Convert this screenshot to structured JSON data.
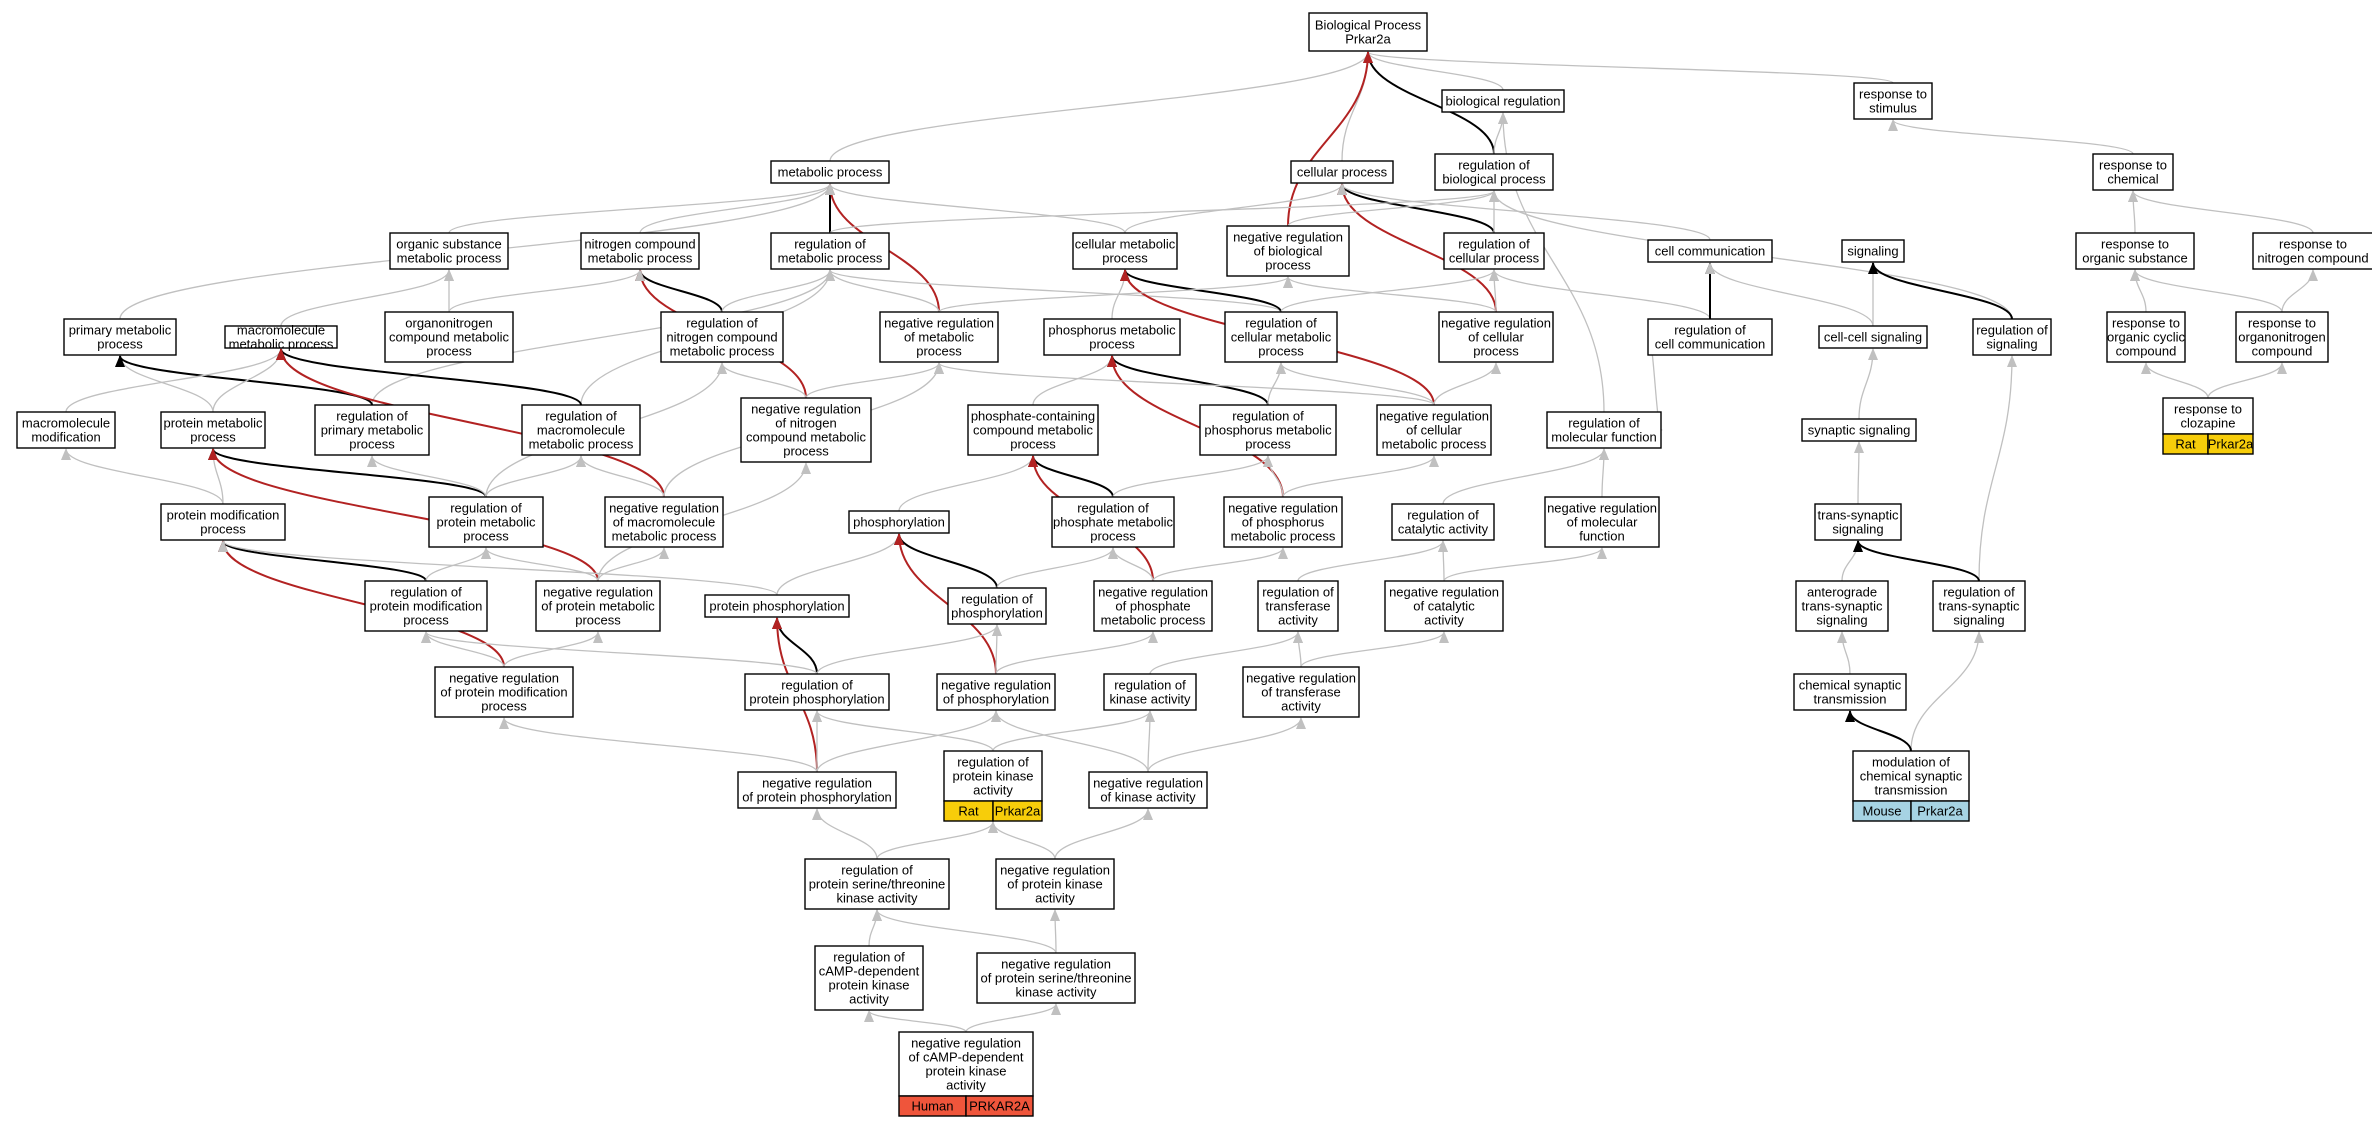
{
  "colors": {
    "gray": "#c0c0c0",
    "black": "#000000",
    "red": "#b22222",
    "human": "#ef553b",
    "rat": "#f7cd0a",
    "mouse": "#a6d3e3"
  },
  "nodes": [
    {
      "id": "bp",
      "lines": [
        "Biological Process",
        "Prkar2a"
      ]
    },
    {
      "id": "biolreg",
      "lines": [
        "biological regulation"
      ]
    },
    {
      "id": "resp_stim",
      "lines": [
        "response to",
        "stimulus"
      ]
    },
    {
      "id": "metab",
      "lines": [
        "metabolic process"
      ]
    },
    {
      "id": "cellproc",
      "lines": [
        "cellular process"
      ]
    },
    {
      "id": "regbio",
      "lines": [
        "regulation of",
        "biological process"
      ]
    },
    {
      "id": "resp_chem",
      "lines": [
        "response to",
        "chemical"
      ]
    },
    {
      "id": "orgsub",
      "lines": [
        "organic substance",
        "metabolic process"
      ]
    },
    {
      "id": "nitro",
      "lines": [
        "nitrogen compound",
        "metabolic process"
      ]
    },
    {
      "id": "regmet",
      "lines": [
        "regulation of",
        "metabolic process"
      ]
    },
    {
      "id": "cellmet",
      "lines": [
        "cellular metabolic",
        "process"
      ]
    },
    {
      "id": "negbio",
      "lines": [
        "negative regulation",
        "of biological",
        "process"
      ]
    },
    {
      "id": "regcell",
      "lines": [
        "regulation of",
        "cellular process"
      ]
    },
    {
      "id": "cellcomm",
      "lines": [
        "cell communication"
      ]
    },
    {
      "id": "signaling",
      "lines": [
        "signaling"
      ]
    },
    {
      "id": "resp_orgsub",
      "lines": [
        "response to",
        "organic substance"
      ]
    },
    {
      "id": "resp_nitro",
      "lines": [
        "response to",
        "nitrogen compound"
      ]
    },
    {
      "id": "primmet",
      "lines": [
        "primary metabolic",
        "process"
      ]
    },
    {
      "id": "macromet",
      "lines": [
        "macromolecule",
        "metabolic process"
      ]
    },
    {
      "id": "orgnitro",
      "lines": [
        "organonitrogen",
        "compound metabolic",
        "process"
      ]
    },
    {
      "id": "regnitro",
      "lines": [
        "regulation of",
        "nitrogen compound",
        "metabolic process"
      ]
    },
    {
      "id": "negmet",
      "lines": [
        "negative regulation",
        "of metabolic",
        "process"
      ]
    },
    {
      "id": "phosmet",
      "lines": [
        "phosphorus metabolic",
        "process"
      ]
    },
    {
      "id": "regcellmet",
      "lines": [
        "regulation of",
        "cellular metabolic",
        "process"
      ]
    },
    {
      "id": "negcell",
      "lines": [
        "negative regulation",
        "of cellular",
        "process"
      ]
    },
    {
      "id": "regcomm",
      "lines": [
        "regulation of",
        "cell communication"
      ]
    },
    {
      "id": "cellcell",
      "lines": [
        "cell-cell signaling"
      ]
    },
    {
      "id": "regsig",
      "lines": [
        "regulation of",
        "signaling"
      ]
    },
    {
      "id": "resp_cyclic",
      "lines": [
        "response to",
        "organic cyclic",
        "compound"
      ]
    },
    {
      "id": "resp_organo",
      "lines": [
        "response to",
        "organonitrogen",
        "compound"
      ]
    },
    {
      "id": "macromod",
      "lines": [
        "macromolecule",
        "modification"
      ]
    },
    {
      "id": "protmet",
      "lines": [
        "protein metabolic",
        "process"
      ]
    },
    {
      "id": "regprim",
      "lines": [
        "regulation of",
        "primary metabolic",
        "process"
      ]
    },
    {
      "id": "regmacro",
      "lines": [
        "regulation of",
        "macromolecule",
        "metabolic process"
      ]
    },
    {
      "id": "negnitro",
      "lines": [
        "negative regulation",
        "of nitrogen",
        "compound metabolic",
        "process"
      ]
    },
    {
      "id": "phoscont",
      "lines": [
        "phosphate-containing",
        "compound metabolic",
        "process"
      ]
    },
    {
      "id": "regphosmet",
      "lines": [
        "regulation of",
        "phosphorus metabolic",
        "process"
      ]
    },
    {
      "id": "negcellmet",
      "lines": [
        "negative regulation",
        "of cellular",
        "metabolic process"
      ]
    },
    {
      "id": "regmolfn",
      "lines": [
        "regulation of",
        "molecular function"
      ]
    },
    {
      "id": "synsig",
      "lines": [
        "synaptic signaling"
      ]
    },
    {
      "id": "resp_cloz",
      "lines": [
        "response to",
        "clozapine"
      ],
      "badge": {
        "species": "Rat",
        "gene": "Prkar2a",
        "color": "rat"
      }
    },
    {
      "id": "protmod",
      "lines": [
        "protein modification",
        "process"
      ]
    },
    {
      "id": "regprotmet",
      "lines": [
        "regulation of",
        "protein metabolic",
        "process"
      ]
    },
    {
      "id": "negmacro",
      "lines": [
        "negative regulation",
        "of macromolecule",
        "metabolic process"
      ]
    },
    {
      "id": "phosphorylation",
      "lines": [
        "phosphorylation"
      ]
    },
    {
      "id": "regphate",
      "lines": [
        "regulation of",
        "phosphate metabolic",
        "process"
      ]
    },
    {
      "id": "negphosmet",
      "lines": [
        "negative regulation",
        "of phosphorus",
        "metabolic process"
      ]
    },
    {
      "id": "regcat",
      "lines": [
        "regulation of",
        "catalytic activity"
      ]
    },
    {
      "id": "negmolfn",
      "lines": [
        "negative regulation",
        "of molecular",
        "function"
      ]
    },
    {
      "id": "transsyn",
      "lines": [
        "trans-synaptic",
        "signaling"
      ]
    },
    {
      "id": "regprotmod",
      "lines": [
        "regulation of",
        "protein modification",
        "process"
      ]
    },
    {
      "id": "negprotmet",
      "lines": [
        "negative regulation",
        "of protein metabolic",
        "process"
      ]
    },
    {
      "id": "protphos",
      "lines": [
        "protein phosphorylation"
      ]
    },
    {
      "id": "regphos",
      "lines": [
        "regulation of",
        "phosphorylation"
      ]
    },
    {
      "id": "negphate",
      "lines": [
        "negative regulation",
        "of phosphate",
        "metabolic process"
      ]
    },
    {
      "id": "regtrans",
      "lines": [
        "regulation of",
        "transferase",
        "activity"
      ]
    },
    {
      "id": "negcat",
      "lines": [
        "negative regulation",
        "of catalytic",
        "activity"
      ]
    },
    {
      "id": "antero",
      "lines": [
        "anterograde",
        "trans-synaptic",
        "signaling"
      ]
    },
    {
      "id": "regtranssyn",
      "lines": [
        "regulation of",
        "trans-synaptic",
        "signaling"
      ]
    },
    {
      "id": "negprotmod",
      "lines": [
        "negative regulation",
        "of protein modification",
        "process"
      ]
    },
    {
      "id": "regprotphos",
      "lines": [
        "regulation of",
        "protein phosphorylation"
      ]
    },
    {
      "id": "negphos",
      "lines": [
        "negative regulation",
        "of phosphorylation"
      ]
    },
    {
      "id": "regkin",
      "lines": [
        "regulation of",
        "kinase activity"
      ]
    },
    {
      "id": "negtrans",
      "lines": [
        "negative regulation",
        "of transferase",
        "activity"
      ]
    },
    {
      "id": "chemsyn",
      "lines": [
        "chemical synaptic",
        "transmission"
      ]
    },
    {
      "id": "negprotphos",
      "lines": [
        "negative regulation",
        "of protein phosphorylation"
      ]
    },
    {
      "id": "regpka",
      "lines": [
        "regulation of",
        "protein kinase",
        "activity"
      ],
      "badge": {
        "species": "Rat",
        "gene": "Prkar2a",
        "color": "rat"
      }
    },
    {
      "id": "negkin",
      "lines": [
        "negative regulation",
        "of kinase activity"
      ]
    },
    {
      "id": "modchem",
      "lines": [
        "modulation of",
        "chemical synaptic",
        "transmission"
      ],
      "badge": {
        "species": "Mouse",
        "gene": "Prkar2a",
        "color": "mouse"
      }
    },
    {
      "id": "regserthr",
      "lines": [
        "regulation of",
        "protein serine/threonine",
        "kinase activity"
      ]
    },
    {
      "id": "negpka",
      "lines": [
        "negative regulation",
        "of protein kinase",
        "activity"
      ]
    },
    {
      "id": "regcamp",
      "lines": [
        "regulation of",
        "cAMP-dependent",
        "protein kinase",
        "activity"
      ]
    },
    {
      "id": "negserthr",
      "lines": [
        "negative regulation",
        "of protein serine/threonine",
        "kinase activity"
      ]
    },
    {
      "id": "negcamp",
      "lines": [
        "negative regulation",
        "of cAMP-dependent",
        "protein kinase",
        "activity"
      ],
      "badge": {
        "species": "Human",
        "gene": "PRKAR2A",
        "color": "human"
      }
    }
  ],
  "edges": [
    [
      "metab",
      "bp",
      "g"
    ],
    [
      "cellproc",
      "bp",
      "g"
    ],
    [
      "regbio",
      "bp",
      "k"
    ],
    [
      "biolreg",
      "bp",
      "g"
    ],
    [
      "resp_stim",
      "bp",
      "g"
    ],
    [
      "negbio",
      "bp",
      "r"
    ],
    [
      "regbio",
      "biolreg",
      "g"
    ],
    [
      "regmolfn",
      "biolreg",
      "g"
    ],
    [
      "resp_chem",
      "resp_stim",
      "g"
    ],
    [
      "orgsub",
      "metab",
      "g"
    ],
    [
      "nitro",
      "metab",
      "g"
    ],
    [
      "regmet",
      "metab",
      "k"
    ],
    [
      "negmet",
      "metab",
      "r"
    ],
    [
      "primmet",
      "metab",
      "g"
    ],
    [
      "cellmet",
      "metab",
      "g"
    ],
    [
      "cellmet",
      "cellproc",
      "g"
    ],
    [
      "regcell",
      "cellproc",
      "k"
    ],
    [
      "negcell",
      "cellproc",
      "r"
    ],
    [
      "cellcomm",
      "cellproc",
      "g"
    ],
    [
      "regmet",
      "regbio",
      "g"
    ],
    [
      "negbio",
      "regbio",
      "g"
    ],
    [
      "regcell",
      "regbio",
      "g"
    ],
    [
      "regsig",
      "regbio",
      "g"
    ],
    [
      "resp_orgsub",
      "resp_chem",
      "g"
    ],
    [
      "resp_nitro",
      "resp_chem",
      "g"
    ],
    [
      "macromet",
      "orgsub",
      "g"
    ],
    [
      "orgnitro",
      "orgsub",
      "g"
    ],
    [
      "regnitro",
      "nitro",
      "k"
    ],
    [
      "negnitro",
      "nitro",
      "r"
    ],
    [
      "orgnitro",
      "nitro",
      "g"
    ],
    [
      "regnitro",
      "regmet",
      "g"
    ],
    [
      "negmet",
      "regmet",
      "g"
    ],
    [
      "regprim",
      "regmet",
      "g"
    ],
    [
      "regmacro",
      "regmet",
      "g"
    ],
    [
      "regcellmet",
      "regmet",
      "g"
    ],
    [
      "phosmet",
      "cellmet",
      "g"
    ],
    [
      "regcellmet",
      "cellmet",
      "k"
    ],
    [
      "negcellmet",
      "cellmet",
      "r"
    ],
    [
      "negcell",
      "negbio",
      "g"
    ],
    [
      "negmet",
      "negbio",
      "g"
    ],
    [
      "regcellmet",
      "regcell",
      "g"
    ],
    [
      "negcell",
      "regcell",
      "g"
    ],
    [
      "regcomm",
      "regcell",
      "g"
    ],
    [
      "regcomm",
      "cellcomm",
      "k"
    ],
    [
      "cellcell",
      "cellcomm",
      "g"
    ],
    [
      "cellcell",
      "signaling",
      "g"
    ],
    [
      "regsig",
      "signaling",
      "k"
    ],
    [
      "resp_cyclic",
      "resp_orgsub",
      "g"
    ],
    [
      "resp_organo",
      "resp_orgsub",
      "g"
    ],
    [
      "resp_organo",
      "resp_nitro",
      "g"
    ],
    [
      "protmet",
      "primmet",
      "g"
    ],
    [
      "regprim",
      "primmet",
      "k"
    ],
    [
      "protmet",
      "macromet",
      "g"
    ],
    [
      "macromod",
      "macromet",
      "g"
    ],
    [
      "regmacro",
      "macromet",
      "k"
    ],
    [
      "negmacro",
      "macromet",
      "r"
    ],
    [
      "negnitro",
      "regnitro",
      "g"
    ],
    [
      "regprotmet",
      "regnitro",
      "g"
    ],
    [
      "phoscont",
      "phosmet",
      "g"
    ],
    [
      "regphosmet",
      "phosmet",
      "k"
    ],
    [
      "negphosmet",
      "phosmet",
      "r"
    ],
    [
      "regphosmet",
      "regcellmet",
      "g"
    ],
    [
      "negcellmet",
      "regcellmet",
      "g"
    ],
    [
      "negcellmet",
      "negcell",
      "g"
    ],
    [
      "negnitro",
      "negmet",
      "g"
    ],
    [
      "negcellmet",
      "negmet",
      "g"
    ],
    [
      "negmacro",
      "negmet",
      "g"
    ],
    [
      "synsig",
      "cellcell",
      "g"
    ],
    [
      "regtranssyn",
      "regsig",
      "g"
    ],
    [
      "resp_cloz",
      "resp_cyclic",
      "g"
    ],
    [
      "resp_cloz",
      "resp_organo",
      "g"
    ],
    [
      "protmod",
      "macromod",
      "g"
    ],
    [
      "protmod",
      "protmet",
      "g"
    ],
    [
      "regprotmet",
      "protmet",
      "k"
    ],
    [
      "negprotmet",
      "protmet",
      "r"
    ],
    [
      "regprotmet",
      "regprim",
      "g"
    ],
    [
      "regprotmet",
      "regmacro",
      "g"
    ],
    [
      "negmacro",
      "regmacro",
      "g"
    ],
    [
      "negprotmet",
      "negnitro",
      "g"
    ],
    [
      "phosphorylation",
      "phoscont",
      "g"
    ],
    [
      "regphate",
      "phoscont",
      "k"
    ],
    [
      "negphate",
      "phoscont",
      "r"
    ],
    [
      "regphate",
      "regphosmet",
      "g"
    ],
    [
      "negphosmet",
      "regphosmet",
      "g"
    ],
    [
      "negphosmet",
      "negcellmet",
      "g"
    ],
    [
      "regcat",
      "regmolfn",
      "g"
    ],
    [
      "negmolfn",
      "regmolfn",
      "g"
    ],
    [
      "regcomm",
      "regmolfn",
      "g"
    ],
    [
      "transsyn",
      "synsig",
      "g"
    ],
    [
      "regprotmod",
      "protmod",
      "k"
    ],
    [
      "negprotmod",
      "protmod",
      "r"
    ],
    [
      "protphos",
      "protmod",
      "g"
    ],
    [
      "regprotmod",
      "regprotmet",
      "g"
    ],
    [
      "negprotmet",
      "regprotmet",
      "g"
    ],
    [
      "negprotmet",
      "negmacro",
      "g"
    ],
    [
      "protphos",
      "phosphorylation",
      "g"
    ],
    [
      "regphos",
      "phosphorylation",
      "k"
    ],
    [
      "negphos",
      "phosphorylation",
      "r"
    ],
    [
      "regphos",
      "regphate",
      "g"
    ],
    [
      "negphate",
      "regphate",
      "g"
    ],
    [
      "negphate",
      "negphosmet",
      "g"
    ],
    [
      "negcat",
      "regcat",
      "g"
    ],
    [
      "regtrans",
      "regcat",
      "g"
    ],
    [
      "negcat",
      "negmolfn",
      "g"
    ],
    [
      "antero",
      "transsyn",
      "g"
    ],
    [
      "regtranssyn",
      "transsyn",
      "k"
    ],
    [
      "negprotmod",
      "regprotmod",
      "g"
    ],
    [
      "negprotmod",
      "negprotmet",
      "g"
    ],
    [
      "regprotphos",
      "protphos",
      "k"
    ],
    [
      "negprotphos",
      "protphos",
      "r"
    ],
    [
      "regprotphos",
      "regprotmod",
      "g"
    ],
    [
      "regprotphos",
      "regphos",
      "g"
    ],
    [
      "negphos",
      "regphos",
      "g"
    ],
    [
      "negphos",
      "negphate",
      "g"
    ],
    [
      "negtrans",
      "regtrans",
      "g"
    ],
    [
      "regkin",
      "regtrans",
      "g"
    ],
    [
      "negtrans",
      "negcat",
      "g"
    ],
    [
      "chemsyn",
      "antero",
      "g"
    ],
    [
      "modchem",
      "regtranssyn",
      "g"
    ],
    [
      "negprotphos",
      "negprotmod",
      "g"
    ],
    [
      "negprotphos",
      "regprotphos",
      "g"
    ],
    [
      "negprotphos",
      "negphos",
      "g"
    ],
    [
      "regpka",
      "regprotphos",
      "g"
    ],
    [
      "regpka",
      "regkin",
      "g"
    ],
    [
      "negkin",
      "regkin",
      "g"
    ],
    [
      "negkin",
      "negphos",
      "g"
    ],
    [
      "negkin",
      "negtrans",
      "g"
    ],
    [
      "modchem",
      "chemsyn",
      "k"
    ],
    [
      "regserthr",
      "negprotphos",
      "g"
    ],
    [
      "regserthr",
      "regpka",
      "g"
    ],
    [
      "negpka",
      "regpka",
      "g"
    ],
    [
      "negpka",
      "negkin",
      "g"
    ],
    [
      "regcamp",
      "regserthr",
      "g"
    ],
    [
      "negserthr",
      "regserthr",
      "g"
    ],
    [
      "negserthr",
      "negpka",
      "g"
    ],
    [
      "negcamp",
      "regcamp",
      "g"
    ],
    [
      "negcamp",
      "negserthr",
      "g"
    ]
  ]
}
